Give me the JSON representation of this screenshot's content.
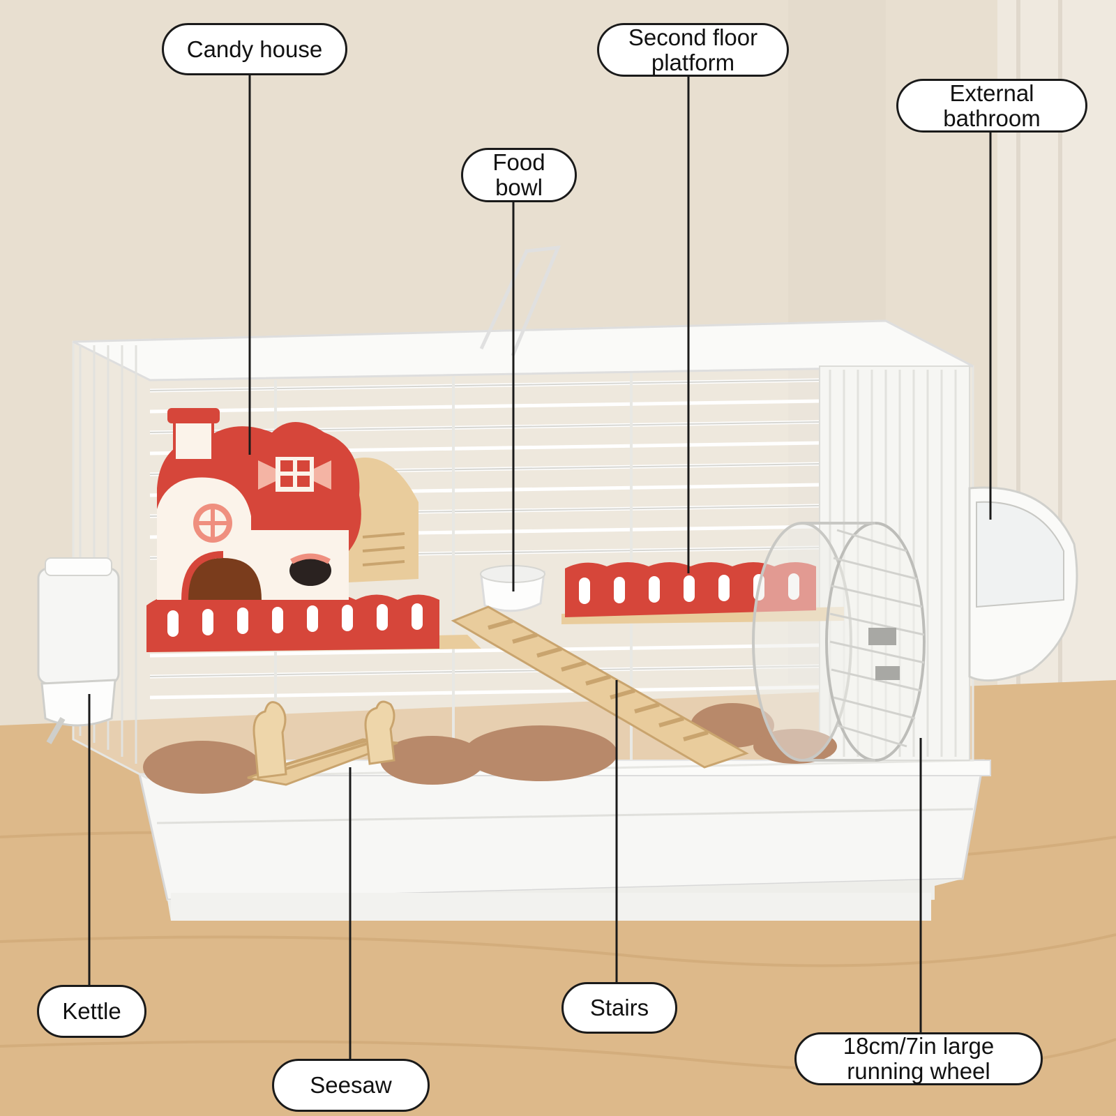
{
  "colors": {
    "wall": "#e8dfd0",
    "table": "#ddb98a",
    "cage_white": "#f7f7f5",
    "accent_red": "#d6463a",
    "wood": "#e9cc9c",
    "bedding": "#b8896a",
    "line": "#1a1a1a"
  },
  "callouts": {
    "candy_house": "Candy house",
    "second_floor_platform": "Second floor\nplatform",
    "external_bathroom": "External\nbathroom",
    "food_bowl": "Food\nbowl",
    "kettle": "Kettle",
    "stairs": "Stairs",
    "seesaw": "Seesaw",
    "running_wheel": "18cm/7in large\nrunning wheel"
  }
}
